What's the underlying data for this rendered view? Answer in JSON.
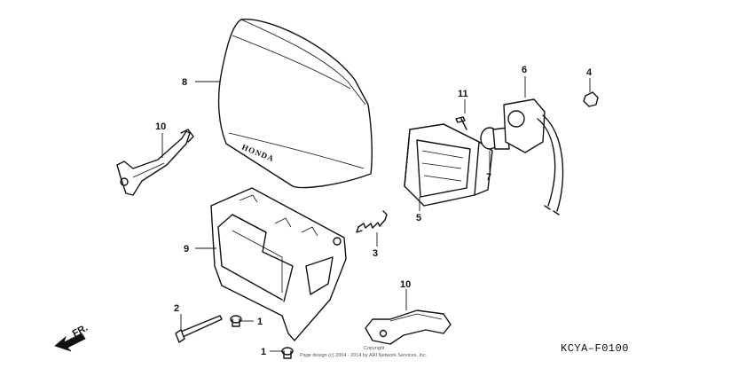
{
  "diagram": {
    "catalog_code": "KCYA–F0100",
    "brand_text": "HONDA",
    "front_indicator": "FR.",
    "copyright_top": "Copyright",
    "copyright_line": "Page design (c) 2004 - 2014 by ARI Network Services, Inc.",
    "callouts": [
      "8",
      "10",
      "9",
      "2",
      "1",
      "1",
      "3",
      "5",
      "11",
      "7",
      "6",
      "4",
      "10"
    ]
  }
}
